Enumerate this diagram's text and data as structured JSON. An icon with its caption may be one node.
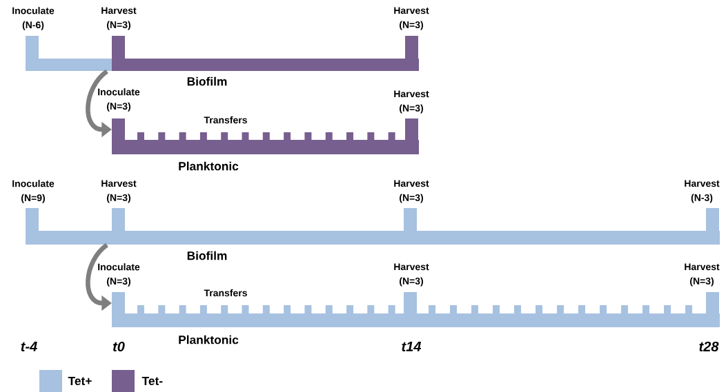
{
  "diagram": {
    "nodes": [
      {
        "text": [
          "Biofilm"
        ],
        "beside": [
          "Inoculate (N-6)",
          "Harvest (N=3)",
          "Harvest (N=3)"
        ]
      },
      {
        "text": [
          "Transfers",
          "Planktonic"
        ],
        "beside": [
          "Inoculate (N=3)",
          "Harvest (N=3)"
        ]
      },
      {
        "text": [
          "Biofilm"
        ],
        "beside": [
          "Inoculate (N=9)",
          "Harvest (N=3)",
          "Harvest (N=3)",
          "Harvest (N-3)"
        ]
      },
      {
        "text": [
          "Transfers",
          "Planktonic"
        ],
        "beside": [
          "Inoculate (N=3)",
          "Harvest (N=3)",
          "Harvest (N=3)"
        ]
      }
    ],
    "edges": [
      {
        "from": 0,
        "to": 1,
        "arrow": "to"
      },
      {
        "from": 2,
        "to": 3,
        "arrow": "to"
      }
    ],
    "labels": [
      "t-4",
      "t0",
      "t14",
      "t28"
    ],
    "legend": [
      {
        "text": "Tet+",
        "color": "#a7c1e0"
      },
      {
        "text": "Tet-",
        "color": "#775f8f"
      }
    ]
  }
}
